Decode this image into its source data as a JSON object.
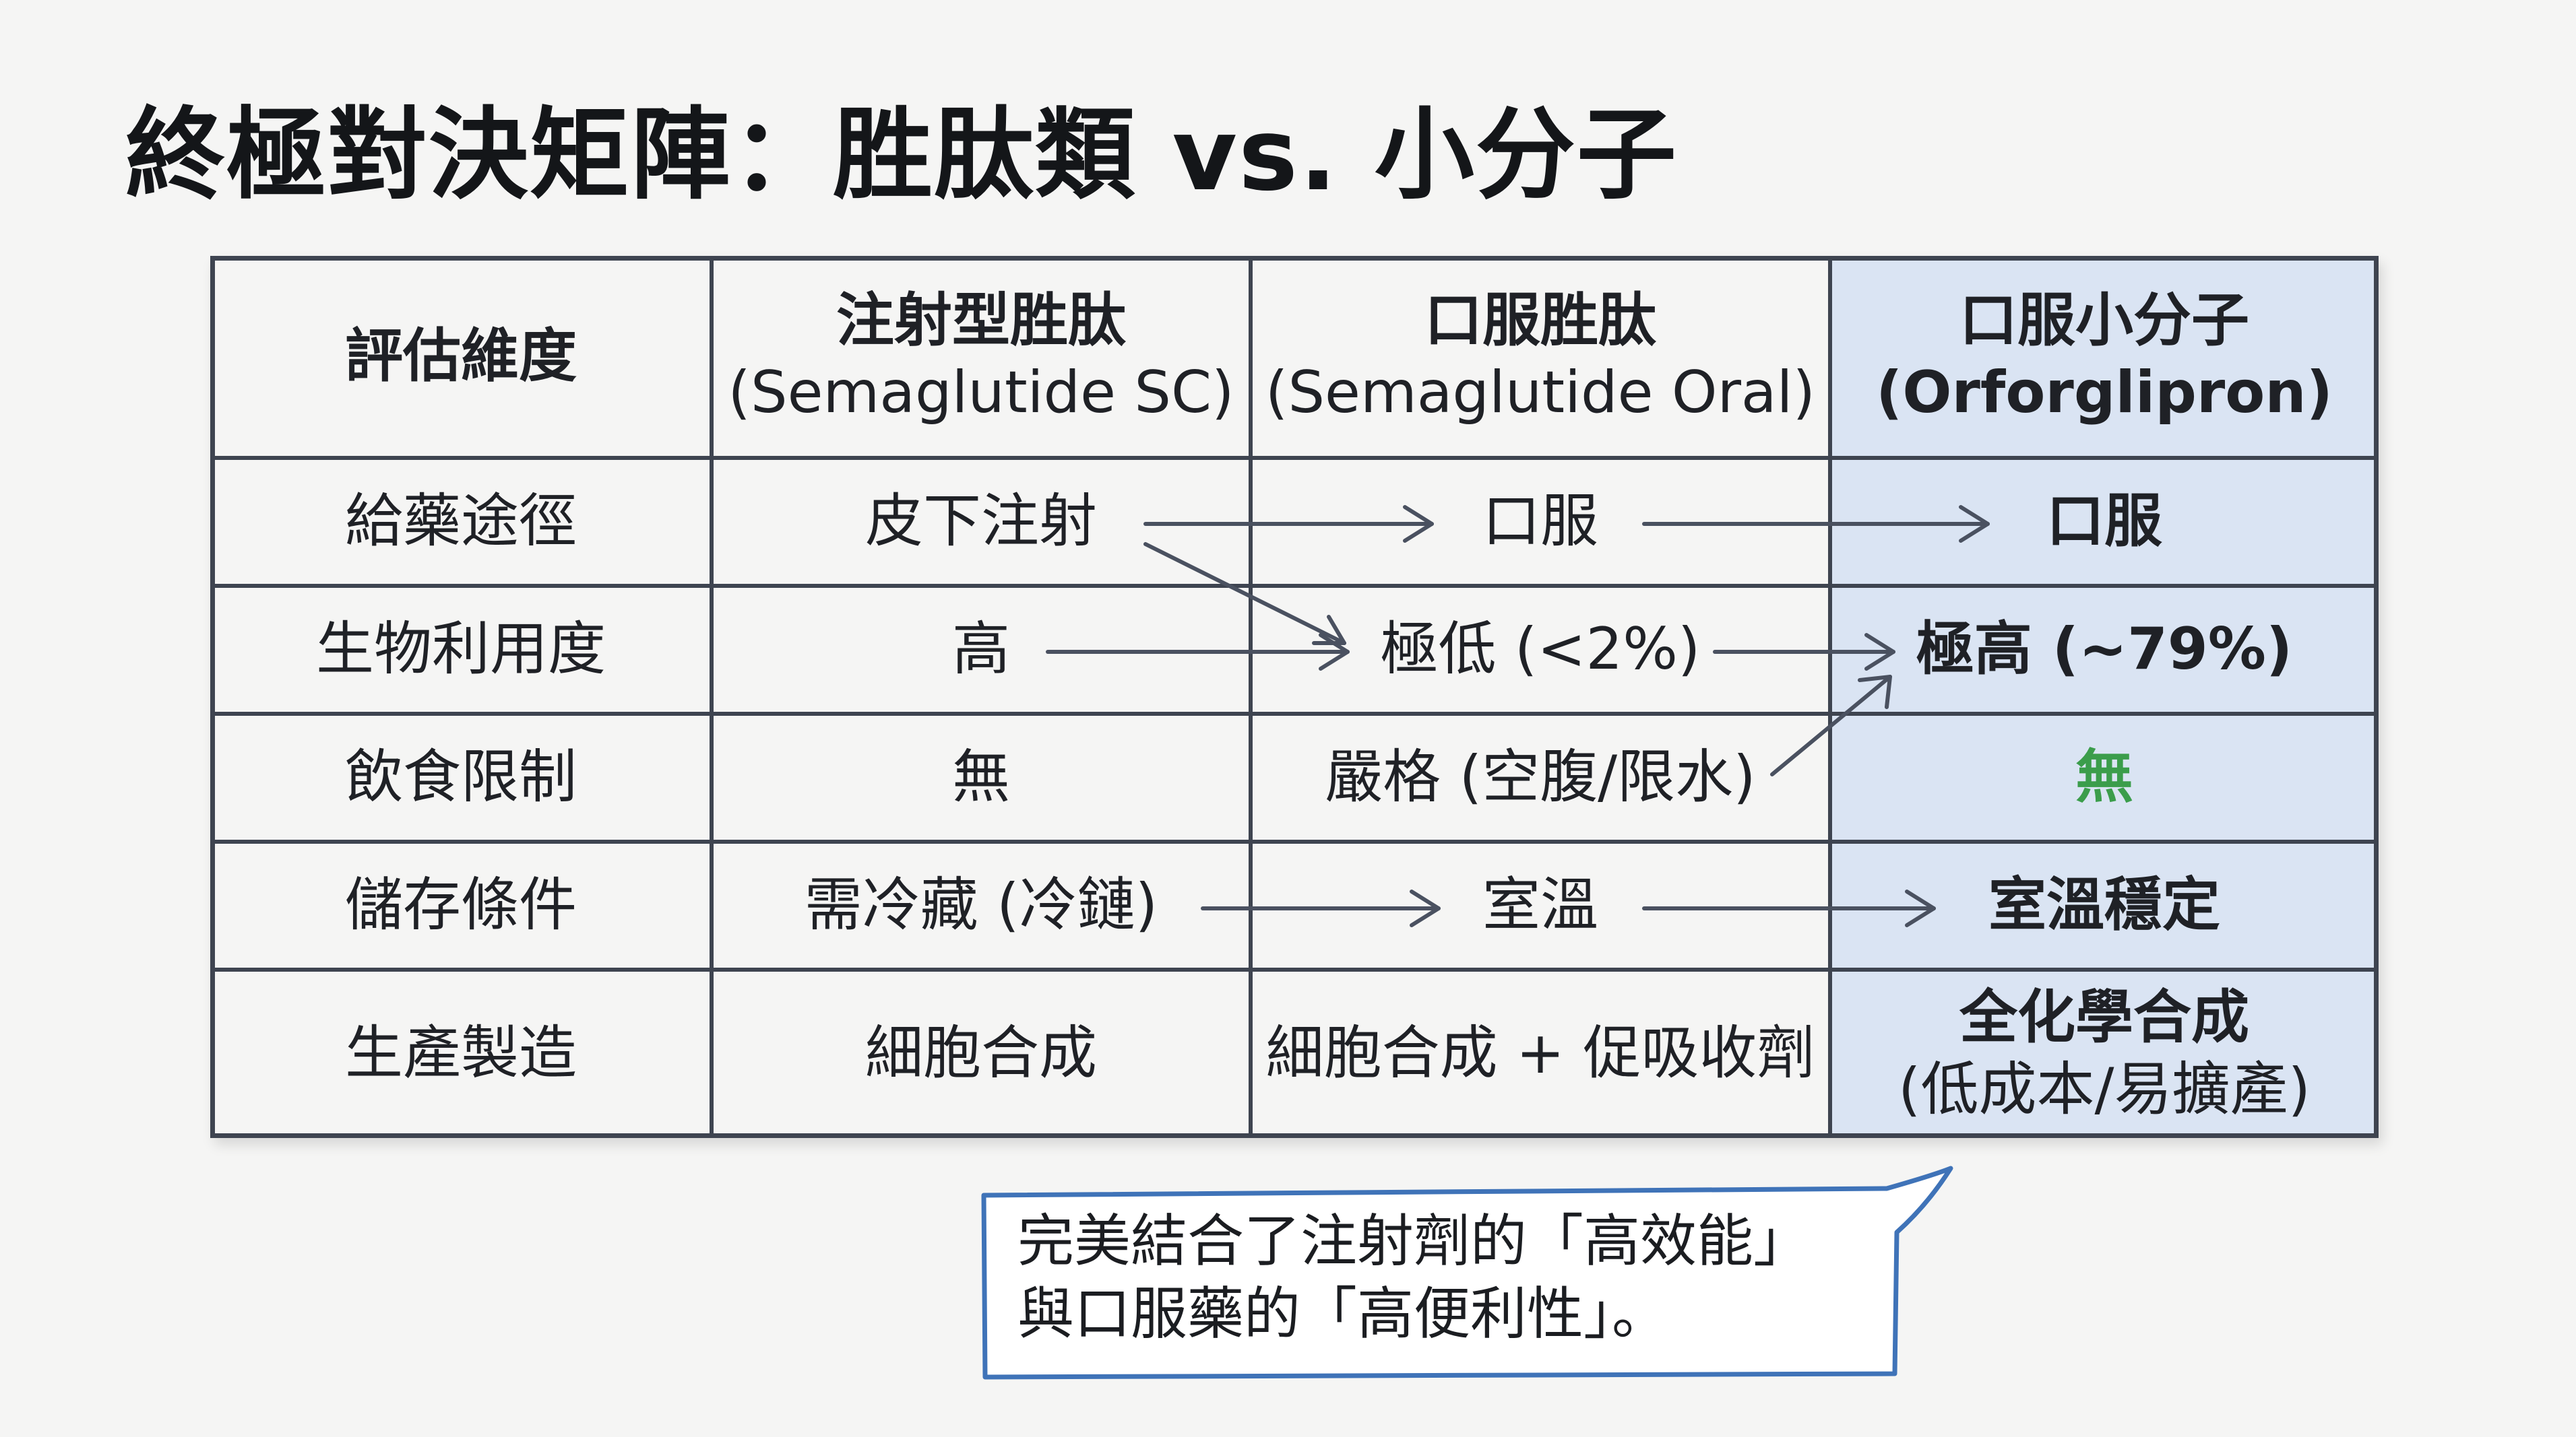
{
  "title": "終極對決矩陣：胜肽類 vs. 小分子",
  "table": {
    "headers": [
      {
        "line1": "評估維度",
        "line2": ""
      },
      {
        "line1": "注射型胜肽",
        "line2": "(Semaglutide SC)"
      },
      {
        "line1": "口服胜肽",
        "line2": "(Semaglutide Oral)"
      },
      {
        "line1": "口服小分子",
        "line2": "(Orforglipron)"
      }
    ],
    "rows": [
      {
        "dimension": "給藥途徑",
        "injectable": "皮下注射",
        "oral_peptide": "口服",
        "oral_small": "口服",
        "oral_small_sub": ""
      },
      {
        "dimension": "生物利用度",
        "injectable": "高",
        "oral_peptide": "極低 (<2%)",
        "oral_small": "極高 (~79%)",
        "oral_small_sub": ""
      },
      {
        "dimension": "飲食限制",
        "injectable": "無",
        "oral_peptide": "嚴格 (空腹/限水)",
        "oral_small": "無",
        "oral_small_sub": ""
      },
      {
        "dimension": "儲存條件",
        "injectable": "需冷藏 (冷鏈)",
        "oral_peptide": "室溫",
        "oral_small": "室溫穩定",
        "oral_small_sub": ""
      },
      {
        "dimension": "生產製造",
        "injectable": "細胞合成",
        "oral_peptide": "細胞合成 + 促吸收劑",
        "oral_small": "全化學合成",
        "oral_small_sub": "(低成本/易擴產)"
      }
    ]
  },
  "callout": {
    "line1": "完美結合了注射劑的「高效能」",
    "line2": "與口服藥的「高便利性」。"
  },
  "colors": {
    "highlight_column": "#dae4f3",
    "grid": "#3e4450",
    "arrow": "#4a5160",
    "accent_green": "#3b9d4b",
    "callout_border": "#3f73b8"
  }
}
